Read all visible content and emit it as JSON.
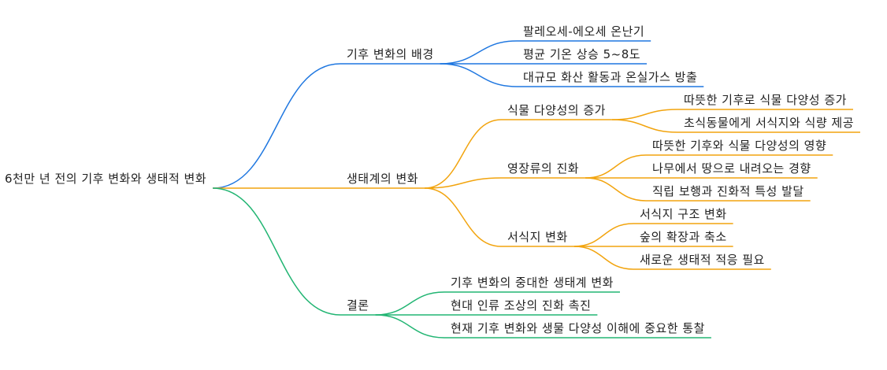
{
  "mindmap": {
    "root": "6천만 년 전의 기후 변화와 생태적 변화",
    "branches": [
      {
        "label": "기후 변화의 배경",
        "color": "#1f77e0",
        "children": [
          {
            "label": "팔레오세-에오세 온난기"
          },
          {
            "label": "평균 기온 상승 5~8도"
          },
          {
            "label": "대규모 화산 활동과 온실가스 방출"
          }
        ]
      },
      {
        "label": "생태계의 변화",
        "color": "#f2a40e",
        "children": [
          {
            "label": "식물 다양성의 증가",
            "children": [
              {
                "label": "따뜻한 기후로 식물 다양성 증가"
              },
              {
                "label": "초식동물에게 서식지와 식량 제공"
              }
            ]
          },
          {
            "label": "영장류의 진화",
            "children": [
              {
                "label": "따뜻한 기후와 식물 다양성의 영향"
              },
              {
                "label": "나무에서 땅으로 내려오는 경향"
              },
              {
                "label": "직립 보행과 진화적 특성 발달"
              }
            ]
          },
          {
            "label": "서식지 변화",
            "children": [
              {
                "label": "서식지 구조 변화"
              },
              {
                "label": "숲의 확장과 축소"
              },
              {
                "label": "새로운 생태적 적응 필요"
              }
            ]
          }
        ]
      },
      {
        "label": "결론",
        "color": "#22b573",
        "children": [
          {
            "label": "기후 변화의 중대한 생태계 변화"
          },
          {
            "label": "현대 인류 조상의 진화 촉진"
          },
          {
            "label": "현재 기후 변화와 생물 다양성 이해에 중요한 통찰"
          }
        ]
      }
    ]
  }
}
